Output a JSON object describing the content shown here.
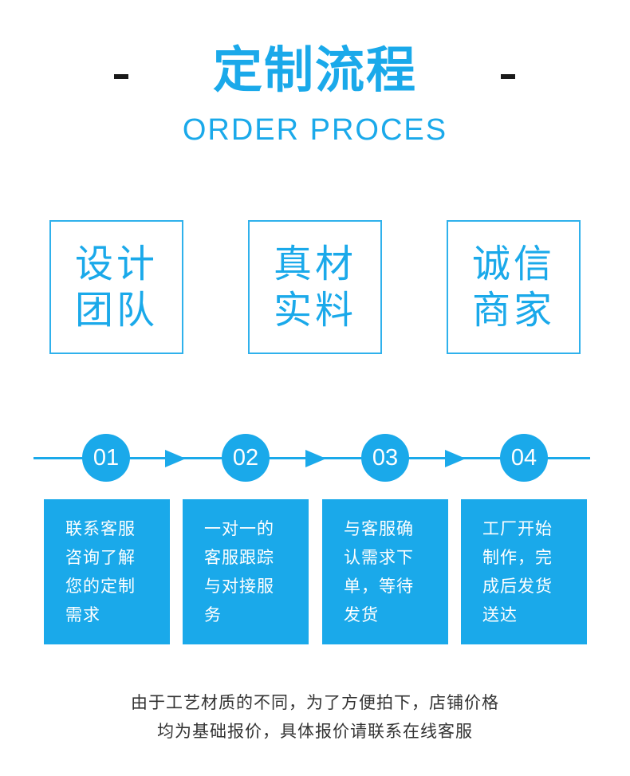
{
  "header": {
    "title": "定制流程",
    "subtitle": "ORDER PROCES"
  },
  "features": [
    {
      "text": "设计团队"
    },
    {
      "text": "真材实料"
    },
    {
      "text": "诚信商家"
    }
  ],
  "steps": [
    {
      "number": "01",
      "text": "联系客服咨询了解您的定制需求"
    },
    {
      "number": "02",
      "text": "一对一的客服跟踪与对接服务"
    },
    {
      "number": "03",
      "text": "与客服确认需求下单，等待发货"
    },
    {
      "number": "04",
      "text": "工厂开始制作，完成后发货送达"
    }
  ],
  "footer": {
    "line1": "由于工艺材质的不同，为了方便拍下，店铺价格",
    "line2": "均为基础报价，具体报价请联系在线客服"
  },
  "colors": {
    "accent": "#1aa9ea",
    "text": "#333333"
  }
}
